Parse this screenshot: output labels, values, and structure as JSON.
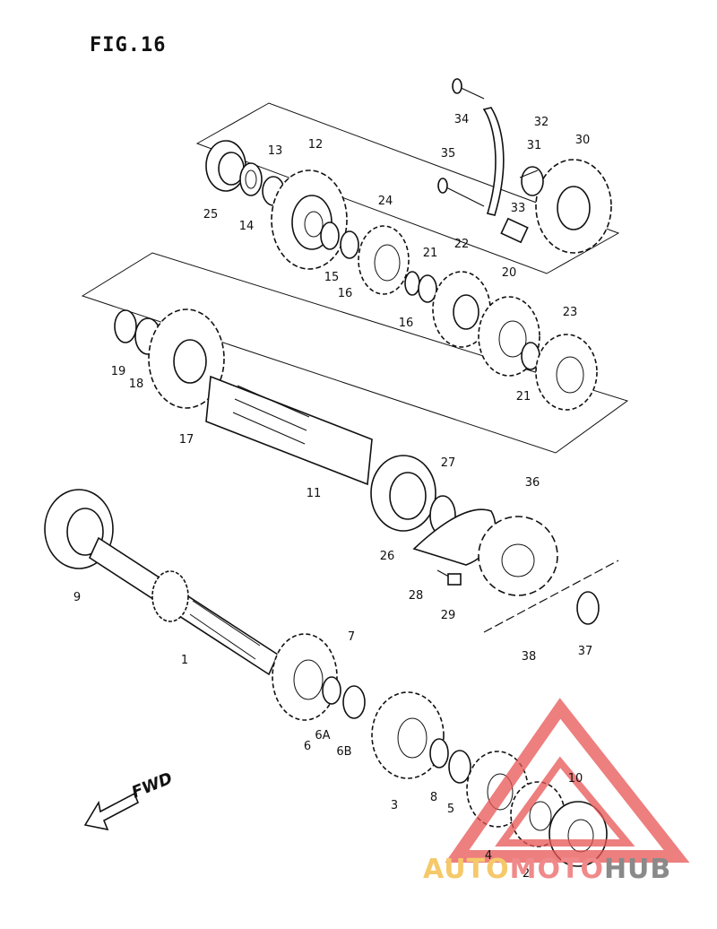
{
  "figure_title": "FIG.16",
  "fwd_label": "FWD",
  "watermark": {
    "auto": "AUTO",
    "moto": "MOTO",
    "hub": "HUB",
    "auto_color": "#f5c96a",
    "moto_color": "#f08a8a",
    "hub_color": "#8a8a8a",
    "logo_color": "#e85555"
  },
  "callouts": [
    "34",
    "32",
    "31",
    "30",
    "35",
    "33",
    "13",
    "12",
    "25",
    "14",
    "24",
    "15",
    "16",
    "21",
    "22",
    "16",
    "20",
    "23",
    "21",
    "19",
    "18",
    "17",
    "11",
    "27",
    "36",
    "26",
    "28",
    "29",
    "9",
    "1",
    "7",
    "6",
    "6A",
    "6B",
    "3",
    "8",
    "5",
    "4",
    "10",
    "2",
    "37",
    "38"
  ]
}
